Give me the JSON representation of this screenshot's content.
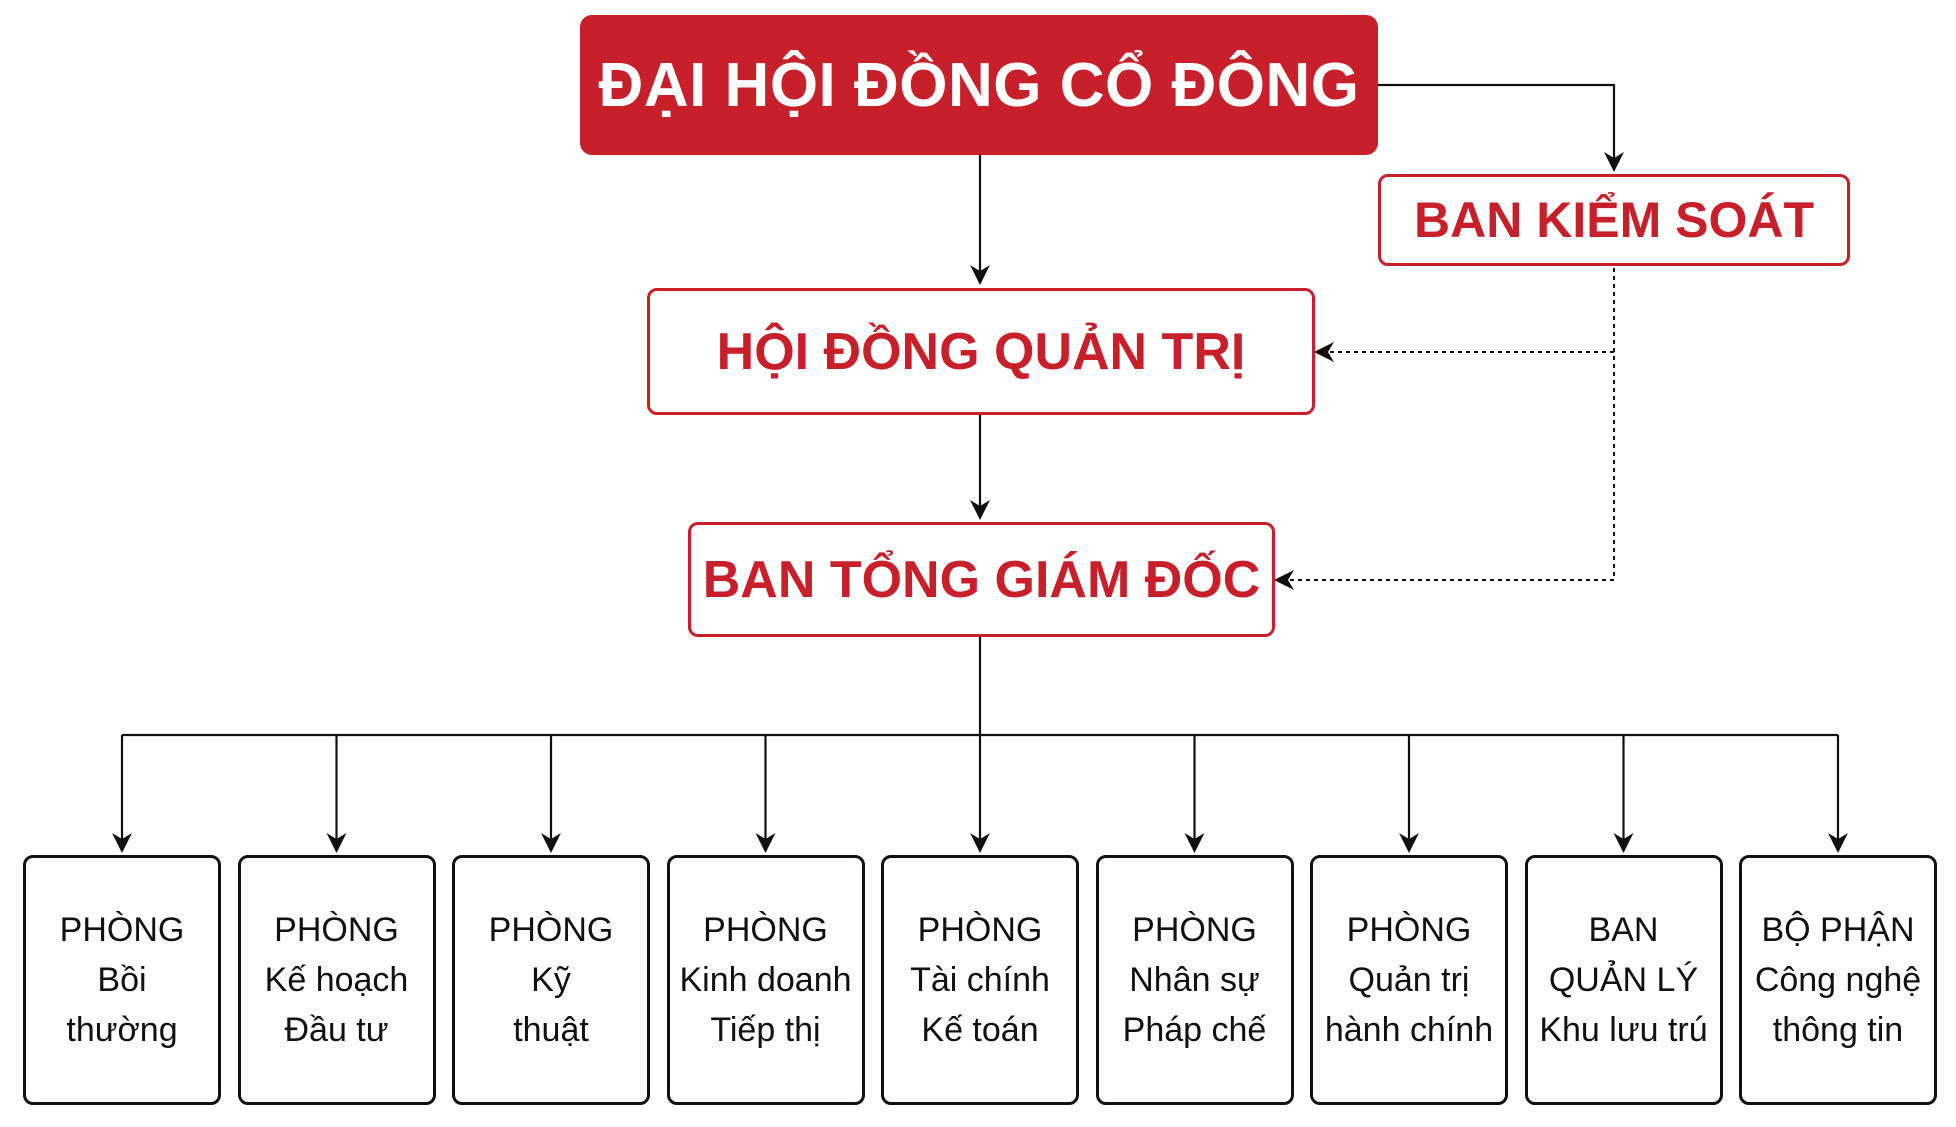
{
  "colors": {
    "accent": "#c8202a",
    "line": "#111111",
    "text_dark": "#111111",
    "text_light": "#ffffff"
  },
  "shareholders": {
    "label": "ĐẠI HỘI ĐỒNG CỔ ĐÔNG"
  },
  "supervisory": {
    "label": "BAN KIỂM SOÁT"
  },
  "board": {
    "label": "HỘI ĐỒNG QUẢN TRỊ"
  },
  "executive": {
    "label": "BAN TỔNG GIÁM ĐỐC"
  },
  "departments": [
    {
      "line1": "PHÒNG",
      "line2": "Bồi",
      "line3": "thường"
    },
    {
      "line1": "PHÒNG",
      "line2": "Kế hoạch",
      "line3": "Đầu tư"
    },
    {
      "line1": "PHÒNG",
      "line2": "Kỹ",
      "line3": "thuật"
    },
    {
      "line1": "PHÒNG",
      "line2": "Kinh doanh",
      "line3": "Tiếp thị"
    },
    {
      "line1": "PHÒNG",
      "line2": "Tài chính",
      "line3": "Kế toán"
    },
    {
      "line1": "PHÒNG",
      "line2": "Nhân sự",
      "line3": "Pháp chế"
    },
    {
      "line1": "PHÒNG",
      "line2": "Quản trị",
      "line3": "hành chính"
    },
    {
      "line1": "BAN",
      "line2": "QUẢN LÝ",
      "line3": "Khu lưu trú"
    },
    {
      "line1": "BỘ PHẬN",
      "line2": "Công nghệ",
      "line3": "thông tin"
    }
  ]
}
